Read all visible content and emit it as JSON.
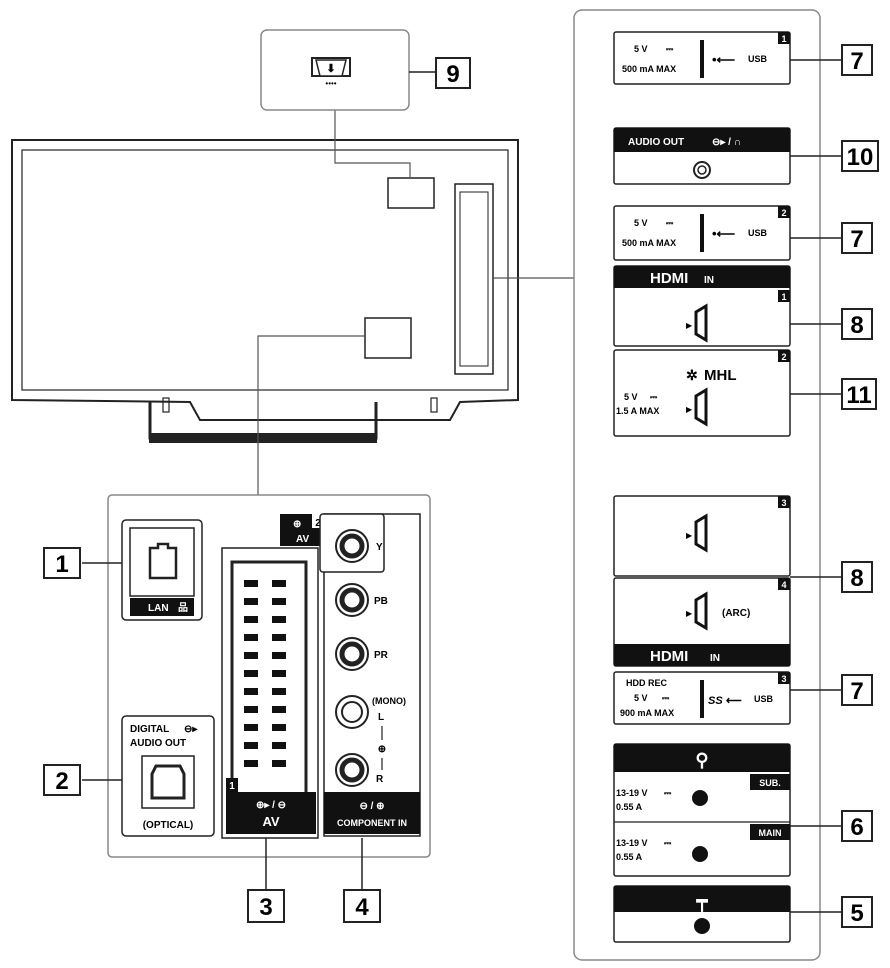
{
  "callouts": {
    "c1": "1",
    "c2": "2",
    "c3": "3",
    "c4": "4",
    "c5": "5",
    "c6": "6",
    "c7a": "7",
    "c7b": "7",
    "c7c": "7",
    "c8a": "8",
    "c8b": "8",
    "c9": "9",
    "c10": "10",
    "c11": "11"
  },
  "left_panel": {
    "lan_label": "LAN",
    "optical_title_1": "DIGITAL",
    "optical_title_2": "AUDIO OUT",
    "optical_caption": "(OPTICAL)",
    "av_badge": "2",
    "av_label": "AV",
    "y_label": "Y",
    "pb_label": "PB",
    "pr_label": "PR",
    "mono_label": "(MONO)",
    "l_label": "L",
    "r_label": "R",
    "scart_num": "1",
    "scart_label": "AV",
    "component_label": "COMPONENT IN"
  },
  "right_panel": {
    "usb1": {
      "volt": "5 V",
      "amp": "500 mA MAX",
      "usb": "USB",
      "num": "1"
    },
    "audio_out": {
      "label": "AUDIO OUT"
    },
    "usb2": {
      "volt": "5 V",
      "amp": "500 mA MAX",
      "usb": "USB",
      "num": "2"
    },
    "hdmi_top": {
      "brand": "HDMI",
      "in": "IN",
      "num1": "1"
    },
    "mhl": {
      "brand": "MHL",
      "num": "2",
      "volt": "5 V",
      "amp": "1.5 A MAX"
    },
    "hdmi3": {
      "num": "3"
    },
    "hdmi4": {
      "num": "4",
      "arc": "(ARC)"
    },
    "hdmi_bottom": {
      "brand": "HDMI",
      "in": "IN"
    },
    "usb3": {
      "title": "HDD REC",
      "volt": "5 V",
      "amp": "900 mA MAX",
      "usb": "USB",
      "ss": "SS",
      "num": "3"
    },
    "sat_sub": {
      "volt": "13-19 V",
      "amp": "0.55 A",
      "tag": "SUB."
    },
    "sat_main": {
      "volt": "13-19 V",
      "amp": "0.55 A",
      "tag": "MAIN"
    }
  },
  "colors": {
    "line": "#222222",
    "fill_dark": "#111111",
    "panel_bg": "#ffffff"
  }
}
